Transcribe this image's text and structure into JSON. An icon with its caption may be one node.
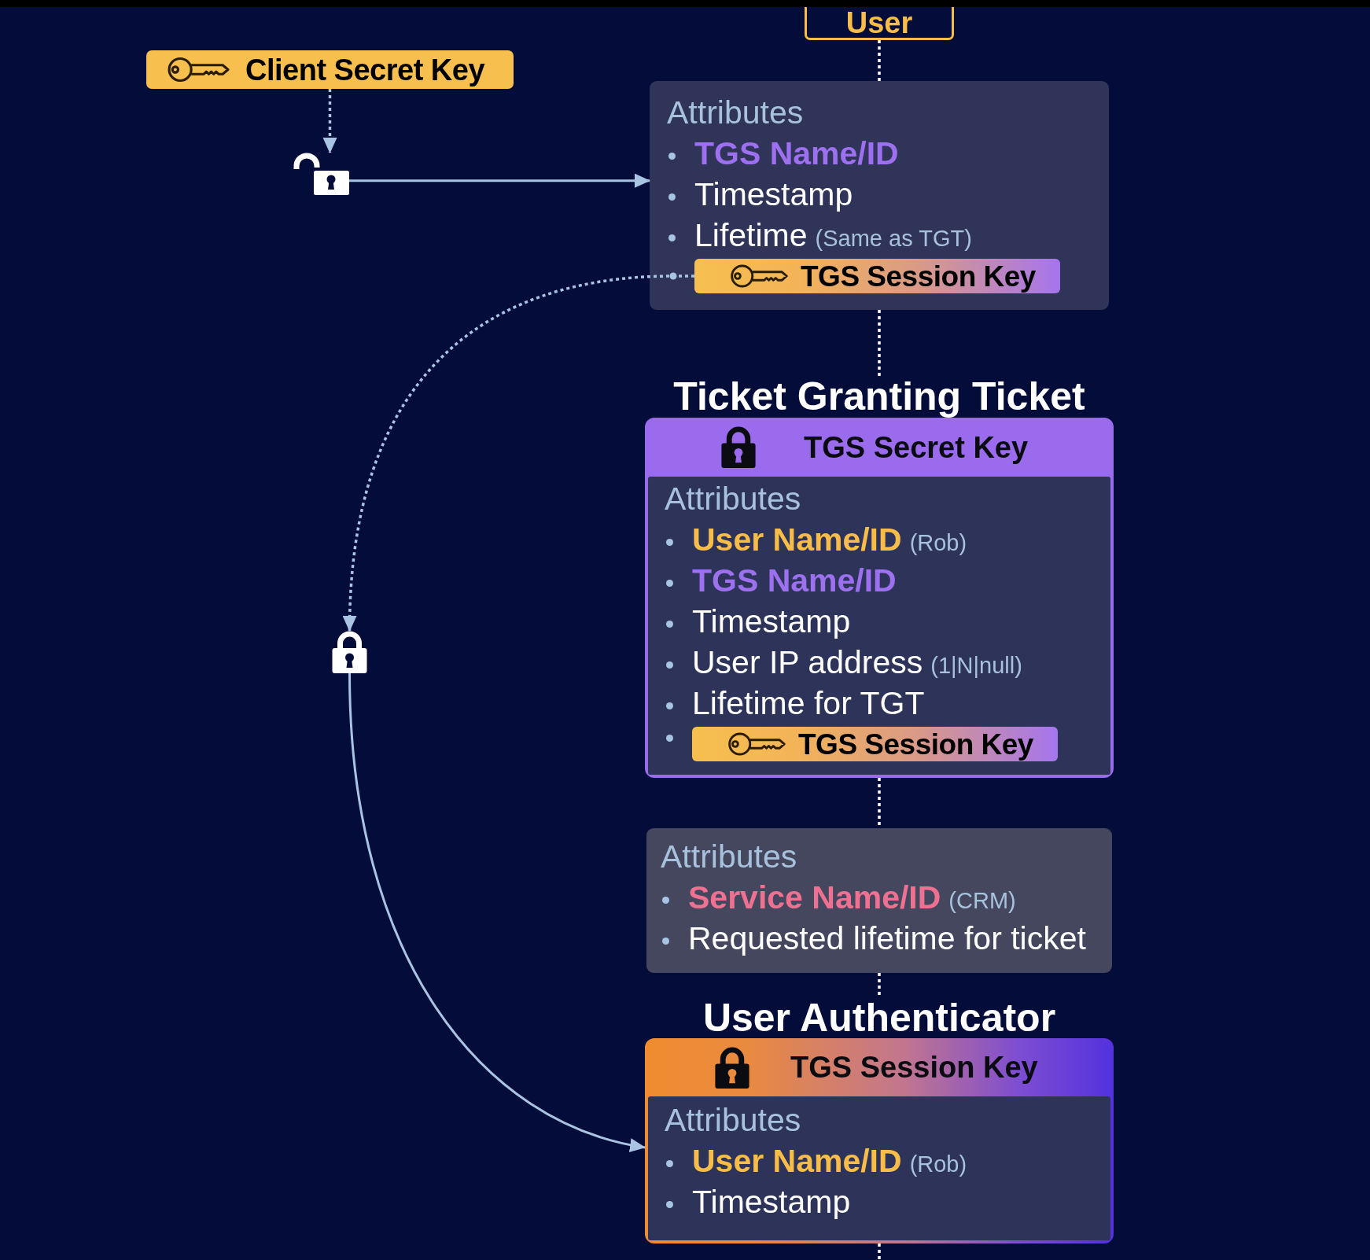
{
  "diagram": {
    "nodes": [
      {
        "text": [
          "User"
        ]
      },
      {
        "text": [
          "Client Secret Key"
        ]
      },
      {
        "text": [],
        "shape": "padlock"
      },
      {
        "text": [
          "Attributes",
          "TGS Name/ID",
          "Timestamp",
          "Lifetime",
          "(Same as TGT)"
        ]
      },
      {
        "text": [
          "TGS Session Key"
        ],
        "in": 3
      },
      {
        "text": [
          "Ticket Granting Ticket",
          "TGS Secret Key",
          "Attributes",
          "User Name/ID",
          "(Rob)",
          "TGS Name/ID",
          "Timestamp",
          "User IP address",
          "(1|N|null)",
          "Lifetime for TGT"
        ]
      },
      {
        "text": [
          "TGS Session Key"
        ],
        "in": 5
      },
      {
        "text": [
          "Attributes",
          "Service Name/ID",
          "(CRM)",
          "Requested lifetime for ticket"
        ]
      },
      {
        "text": [],
        "shape": "padlock"
      },
      {
        "text": [
          "User Authenticator",
          "TGS Session Key",
          "Attributes",
          "User Name/ID",
          "(Rob)",
          "Timestamp"
        ]
      }
    ],
    "edges": [
      {
        "from": 1,
        "to": 2,
        "arrow": "to",
        "style": "dashed",
        "color": "#a9c4e2"
      },
      {
        "from": 2,
        "to": 3,
        "arrow": "to",
        "color": "#a9c4e2"
      },
      {
        "from": 4,
        "to": 8,
        "arrow": "to",
        "style": "dashed",
        "color": "#a9c4e2"
      },
      {
        "from": 8,
        "to": 9,
        "arrow": "to",
        "color": "#a9c4e2"
      },
      {
        "from": 0,
        "to": 3,
        "arrow": "none",
        "style": "dashed"
      },
      {
        "from": 3,
        "to": 5,
        "arrow": "none",
        "style": "dashed"
      },
      {
        "from": 5,
        "to": 7,
        "arrow": "none",
        "style": "dashed"
      },
      {
        "from": 7,
        "to": 9,
        "arrow": "none",
        "style": "dashed"
      },
      {
        "from": 9,
        "to": null,
        "arrow": "none",
        "style": "dashed"
      }
    ]
  }
}
